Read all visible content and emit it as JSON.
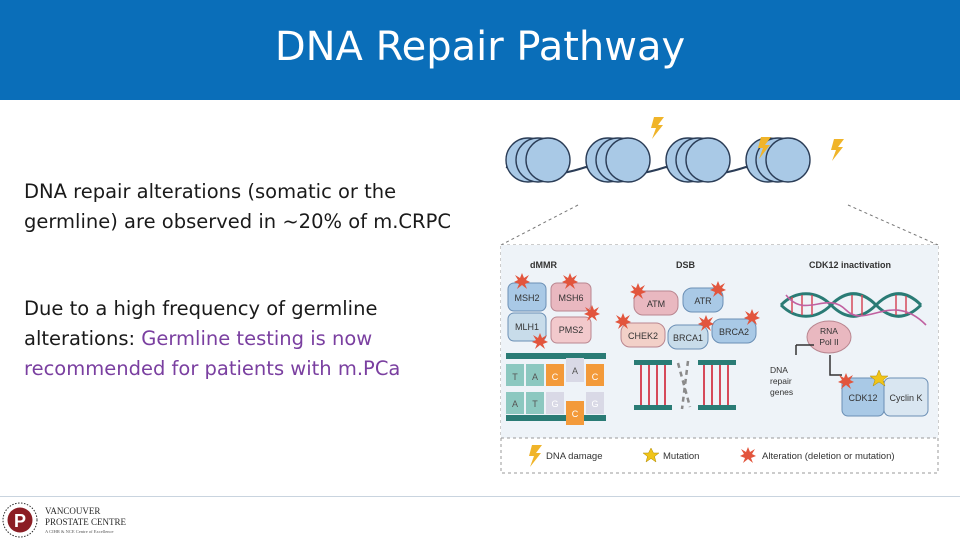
{
  "slide": {
    "title": "DNA Repair Pathway",
    "paragraph1": "DNA repair alterations (somatic or the germline) are observed in ~20% of m.CRPC",
    "paragraph2_lead": "Due to a high frequency of germline alterations:  ",
    "paragraph2_highlight": "Germline testing is now recommended for patients with m.PCa",
    "highlight_color": "#7a3fa0",
    "header_color": "#0a6eb9"
  },
  "figure": {
    "sections": {
      "dmmr": "dMMR",
      "dsb": "DSB",
      "cdk12": "CDK12 inactivation"
    },
    "dmmr_proteins": [
      "MSH2",
      "MSH6",
      "MLH1",
      "PMS2"
    ],
    "dsb_proteins": [
      "ATM",
      "ATR",
      "CHEK2",
      "BRCA1",
      "BRCA2"
    ],
    "mismatch_bases": {
      "top": [
        "T",
        "A",
        "C",
        "A",
        "C"
      ],
      "bottom": [
        "A",
        "T",
        "G",
        "C",
        "G"
      ]
    },
    "cdk12_labels": {
      "rna_pol": [
        "RNA",
        "Pol II"
      ],
      "dna_repair_genes": [
        "DNA",
        "repair",
        "genes"
      ],
      "cdk12": "CDK12",
      "cyclin": "Cyclin K"
    },
    "legend": {
      "dna_damage": "DNA damage",
      "mutation": "Mutation",
      "alteration": "Alteration (deletion or mutation)"
    }
  },
  "footer": {
    "logo_line1": "VANCOUVER",
    "logo_line2": "PROSTATE CENTRE",
    "logo_line3": "A CIHR & NCE Centre of Excellence",
    "monogram": "P"
  }
}
